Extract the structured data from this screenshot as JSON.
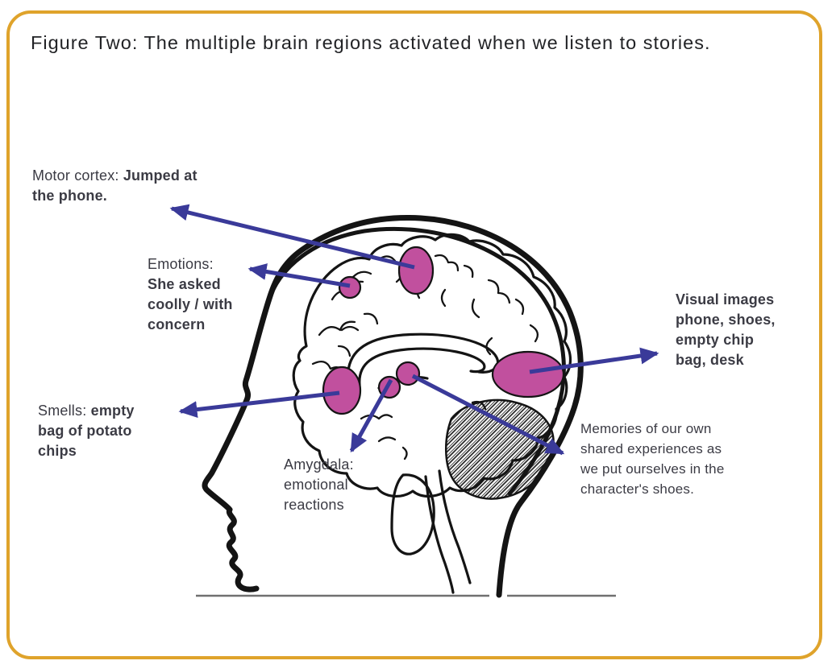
{
  "figure": {
    "title": "Figure Two: The multiple brain regions activated when we listen to stories."
  },
  "colors": {
    "frame": "#DFA32B",
    "arrow": "#3A3A99",
    "region": "#C1509E",
    "ink": "#141414",
    "label": "#3B3B44",
    "baseline": "#707070"
  },
  "labels": {
    "motor": {
      "prefix": "Motor cortex: ",
      "emphasis": "Jumped at the phone."
    },
    "emotions": {
      "prefix": "Emotions: ",
      "emphasis": "She asked coolly / with concern"
    },
    "smells": {
      "prefix": "Smells: ",
      "emphasis": "empty bag of potato chips"
    },
    "amygdala": {
      "prefix": "Amygdala: ",
      "emphasis": "emotional reactions"
    },
    "visual": {
      "prefix": "",
      "emphasis": "Visual images phone, shoes, empty chip bag, desk"
    },
    "memories": {
      "prefix": "Memories of our own shared experiences as we put ourselves in the character's shoes.",
      "emphasis": ""
    }
  }
}
